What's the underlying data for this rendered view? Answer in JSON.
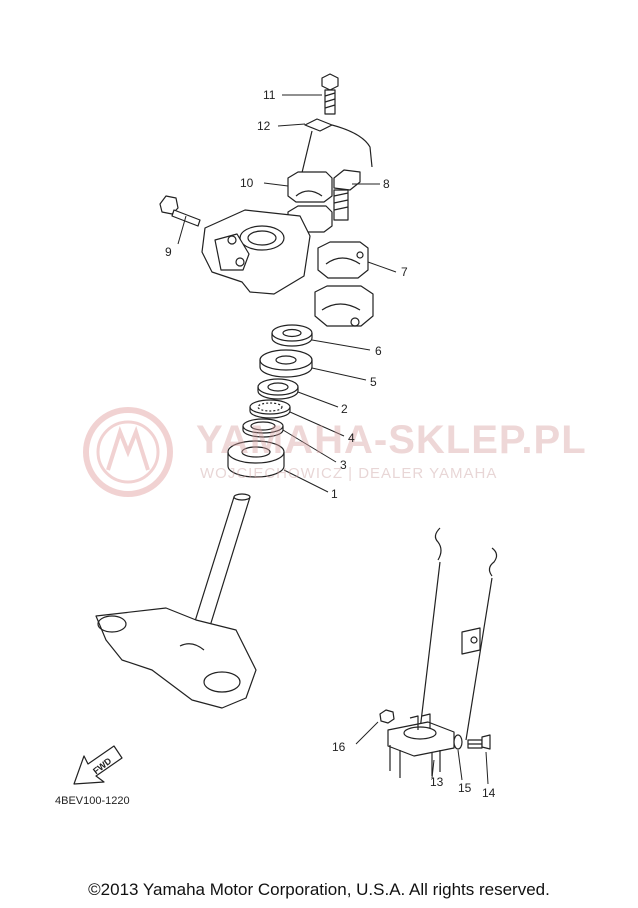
{
  "watermark": {
    "brand": "YAMAHA-SKLEP.PL",
    "subtitle": "WOJCIECHOWICZ | DEALER YAMAHA",
    "color": "#d9a0a0"
  },
  "fwd_label": "FWD",
  "diagram_code": "4BEV100-1220",
  "copyright": "©2013 Yamaha Motor Corporation, U.S.A. All rights reserved.",
  "callouts": [
    {
      "id": "1",
      "label": "1"
    },
    {
      "id": "2",
      "label": "2"
    },
    {
      "id": "3",
      "label": "3"
    },
    {
      "id": "4",
      "label": "4"
    },
    {
      "id": "5",
      "label": "5"
    },
    {
      "id": "6",
      "label": "6"
    },
    {
      "id": "7",
      "label": "7"
    },
    {
      "id": "8",
      "label": "8"
    },
    {
      "id": "9",
      "label": "9"
    },
    {
      "id": "10",
      "label": "10"
    },
    {
      "id": "11",
      "label": "11"
    },
    {
      "id": "12",
      "label": "12"
    },
    {
      "id": "13",
      "label": "13"
    },
    {
      "id": "14",
      "label": "14"
    },
    {
      "id": "15",
      "label": "15"
    },
    {
      "id": "16",
      "label": "16"
    }
  ]
}
